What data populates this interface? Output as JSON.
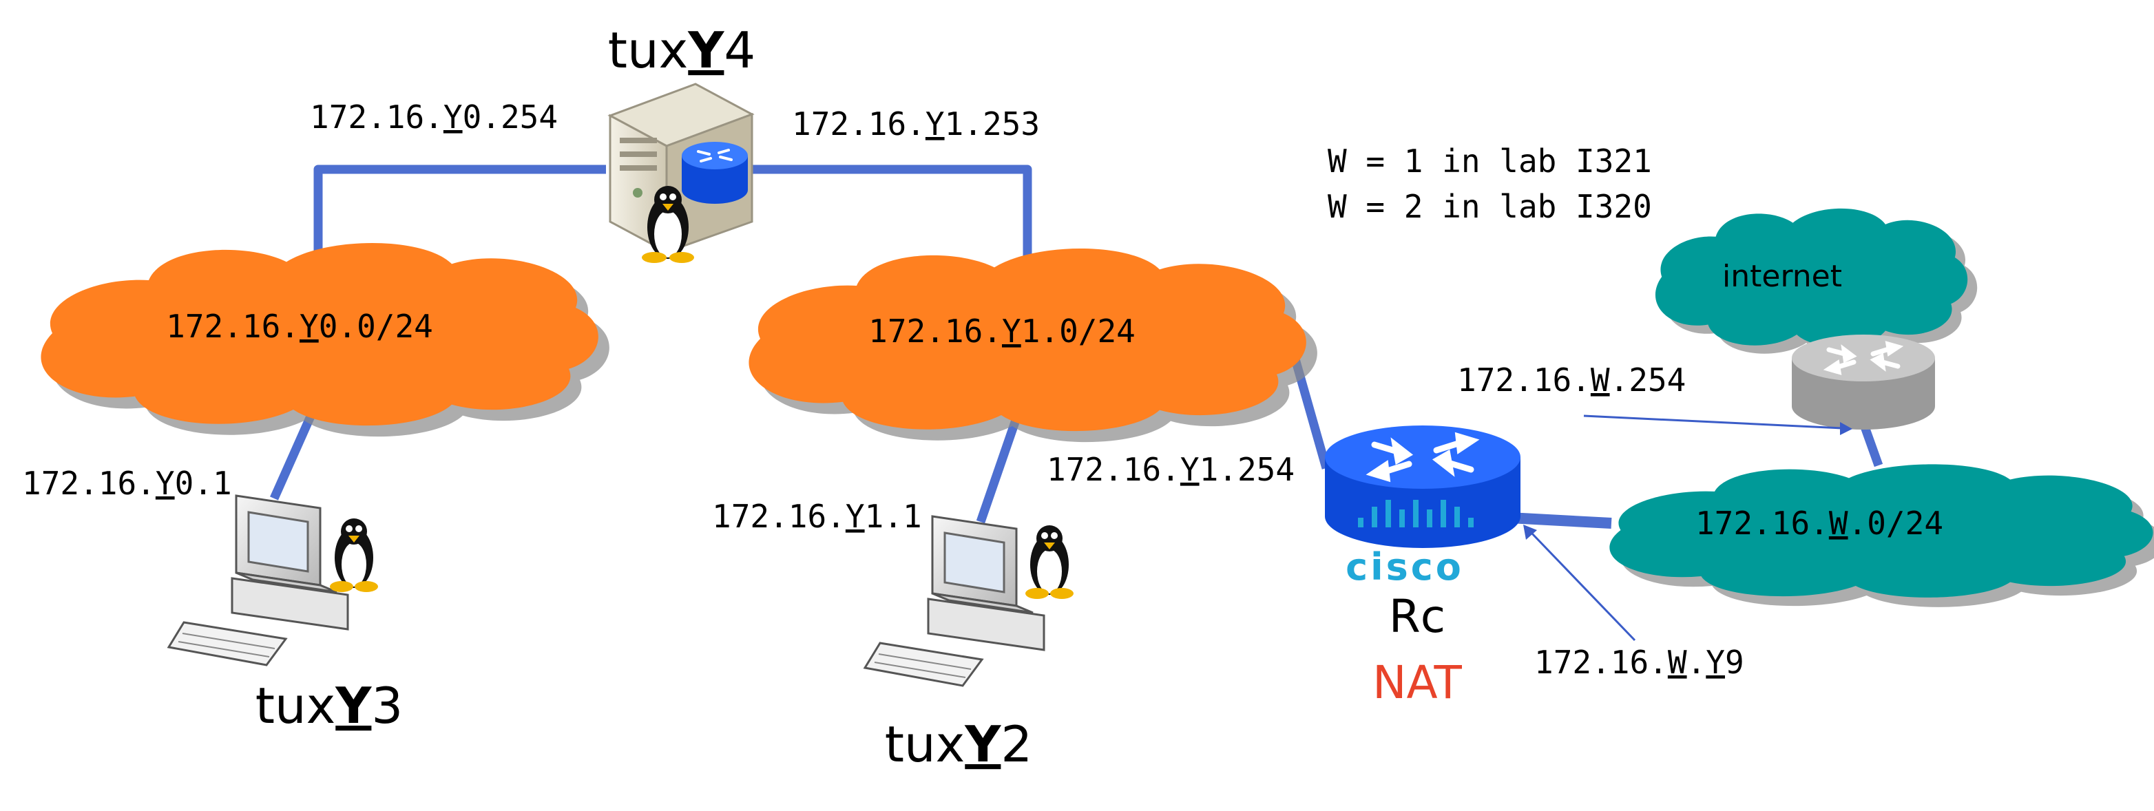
{
  "nodes": {
    "tux4": {
      "prefix": "tux",
      "y": "Y",
      "suffix": "4"
    },
    "tux3": {
      "prefix": "tux",
      "y": "Y",
      "suffix": "3"
    },
    "tux2": {
      "prefix": "tux",
      "y": "Y",
      "suffix": "2"
    },
    "router": {
      "name": "Rc",
      "feature": "NAT",
      "brand": "cisco"
    }
  },
  "addresses": {
    "tux4_eth0": {
      "pre": "172.16.",
      "y": "Y",
      "post": "0.254"
    },
    "tux4_eth1": {
      "pre": "172.16.",
      "y": "Y",
      "post": "1.253"
    },
    "tux3": {
      "pre": "172.16.",
      "y": "Y",
      "post": "0.1"
    },
    "tux2": {
      "pre": "172.16.",
      "y": "Y",
      "post": "1.1"
    },
    "rc_inside": {
      "pre": "172.16.",
      "y": "Y",
      "post": "1.254"
    },
    "lab_router": {
      "pre": "172.16.",
      "w": "W",
      "post": ".254"
    },
    "rc_outside": {
      "pre": "172.16.",
      "w": "W",
      "mid": ".",
      "y": "Y",
      "post": "9"
    }
  },
  "networks": {
    "net0": {
      "pre": "172.16.",
      "y": "Y",
      "post": "0.0/24"
    },
    "net1": {
      "pre": "172.16.",
      "y": "Y",
      "post": "1.0/24"
    },
    "labnet": {
      "pre": "172.16.",
      "w": "W",
      "post": ".0/24"
    },
    "internet": "internet"
  },
  "notes": [
    "W = 1 in lab I321",
    "W = 2 in lab I320"
  ],
  "colors": {
    "link": "#4d6fd0",
    "orange_cloud": "#ff8020",
    "teal_cloud": "#009a98",
    "router_blue": "#1c5cf5",
    "cisco_text": "#21a8d8",
    "nat_text": "#e8432a"
  }
}
